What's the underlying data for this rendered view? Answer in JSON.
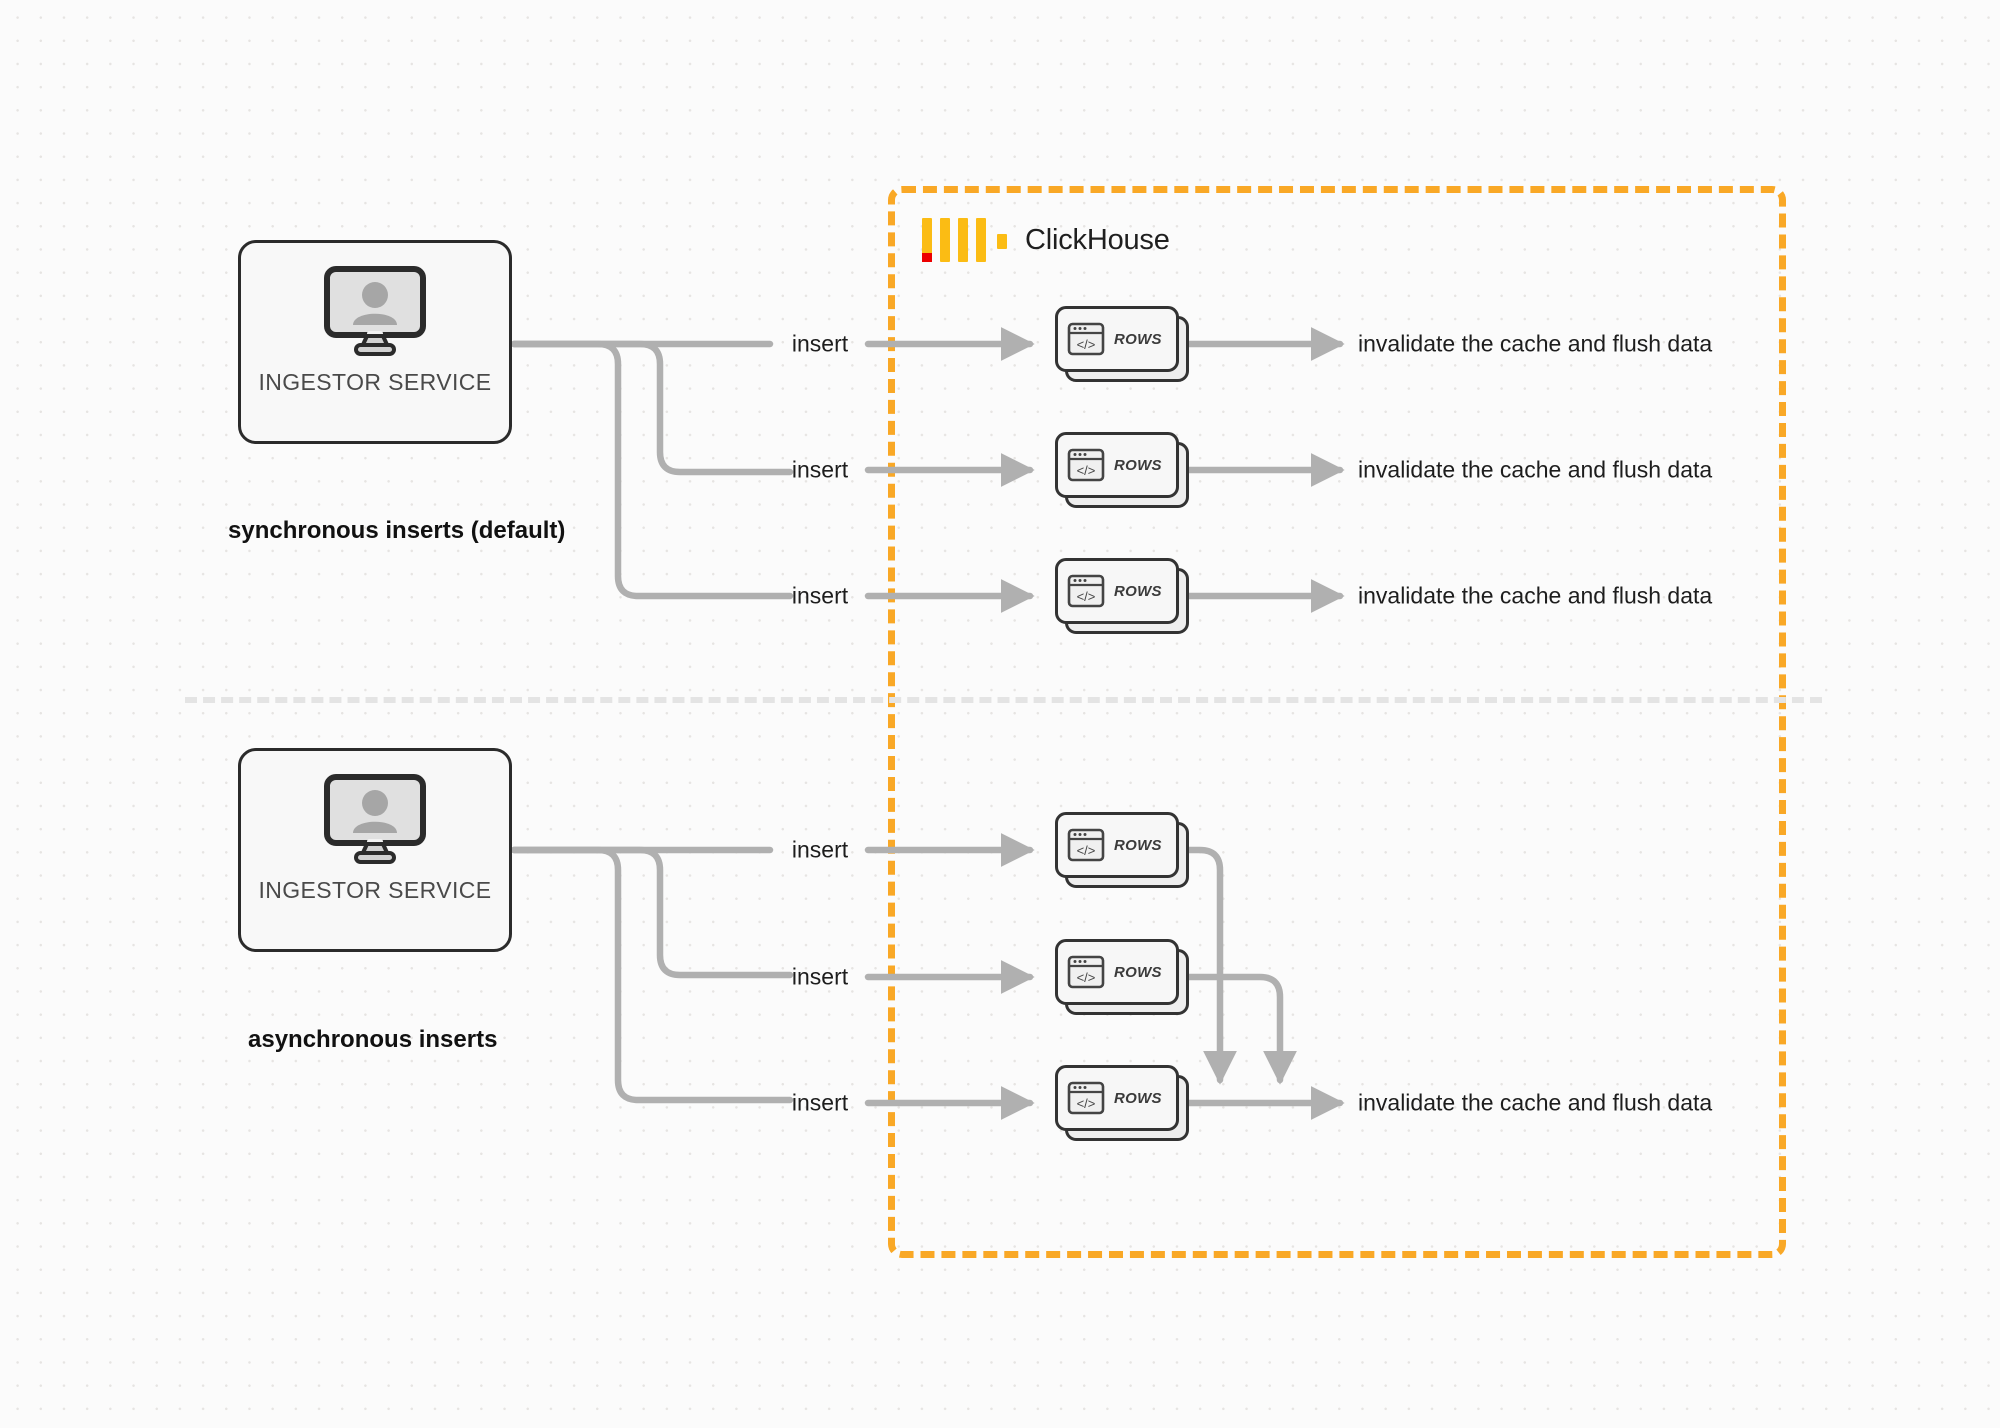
{
  "diagram": {
    "title": "ClickHouse synchronous vs asynchronous inserts",
    "colors": {
      "clickhouse_orange": "#f9a826",
      "clickhouse_yellow": "#fbbc14",
      "clickhouse_red": "#ec0000",
      "edge_gray": "#b0b0b0",
      "node_border": "#2b2b2b",
      "divider_gray": "#e4e4e4",
      "canvas_bg": "#fbfbfb"
    }
  },
  "clickhouse_zone": {
    "brand_name": "ClickHouse",
    "logo_name": "clickhouse-logo"
  },
  "sections": [
    {
      "id": "synchronous",
      "caption": "synchronous inserts (default)",
      "service": {
        "label": "INGESTOR SERVICE",
        "icon": "monitor-user-icon"
      },
      "rows": [
        {
          "insert_label": "insert",
          "card_label": "ROWS",
          "card_icon": "code-window-icon",
          "outcome_label": "invalidate the cache and flush data"
        },
        {
          "insert_label": "insert",
          "card_label": "ROWS",
          "card_icon": "code-window-icon",
          "outcome_label": "invalidate the cache and flush data"
        },
        {
          "insert_label": "insert",
          "card_label": "ROWS",
          "card_icon": "code-window-icon",
          "outcome_label": "invalidate the cache and flush data"
        }
      ]
    },
    {
      "id": "asynchronous",
      "caption": "asynchronous inserts",
      "service": {
        "label": "INGESTOR SERVICE",
        "icon": "monitor-user-icon"
      },
      "rows": [
        {
          "insert_label": "insert",
          "card_label": "ROWS",
          "card_icon": "code-window-icon",
          "outcome_label": ""
        },
        {
          "insert_label": "insert",
          "card_label": "ROWS",
          "card_icon": "code-window-icon",
          "outcome_label": ""
        },
        {
          "insert_label": "insert",
          "card_label": "ROWS",
          "card_icon": "code-window-icon",
          "outcome_label": "invalidate the cache and flush data"
        }
      ]
    }
  ]
}
